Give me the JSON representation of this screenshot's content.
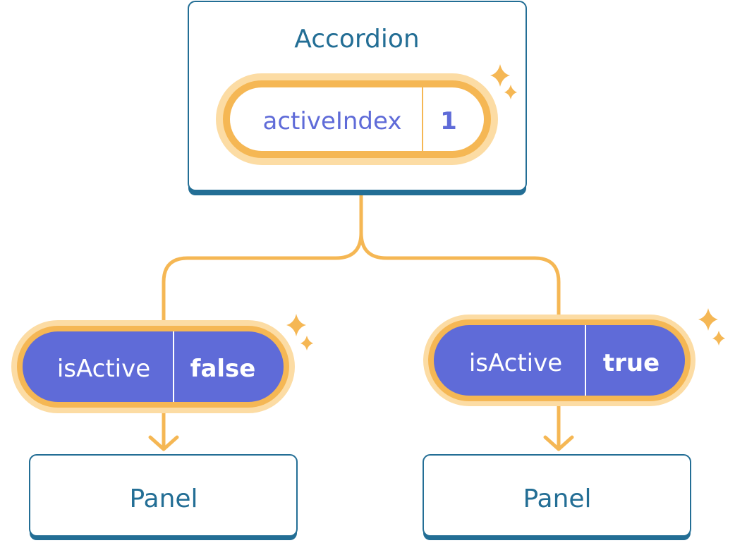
{
  "parent": {
    "title": "Accordion",
    "state": {
      "key": "activeIndex",
      "value": "1"
    }
  },
  "children": [
    {
      "title": "Panel",
      "prop": {
        "key": "isActive",
        "value": "false"
      }
    },
    {
      "title": "Panel",
      "prop": {
        "key": "isActive",
        "value": "true"
      }
    }
  ],
  "colors": {
    "box_border": "#236e95",
    "title_text": "#236e95",
    "highlight_orange": "#f5b754",
    "highlight_glow": "#fcdca4",
    "prop_fill": "#5f6bd8",
    "state_text": "#5f6bd8",
    "sparkle": "#f5b754"
  },
  "icons": [
    "sparkle-icon",
    "arrow-down-icon"
  ]
}
